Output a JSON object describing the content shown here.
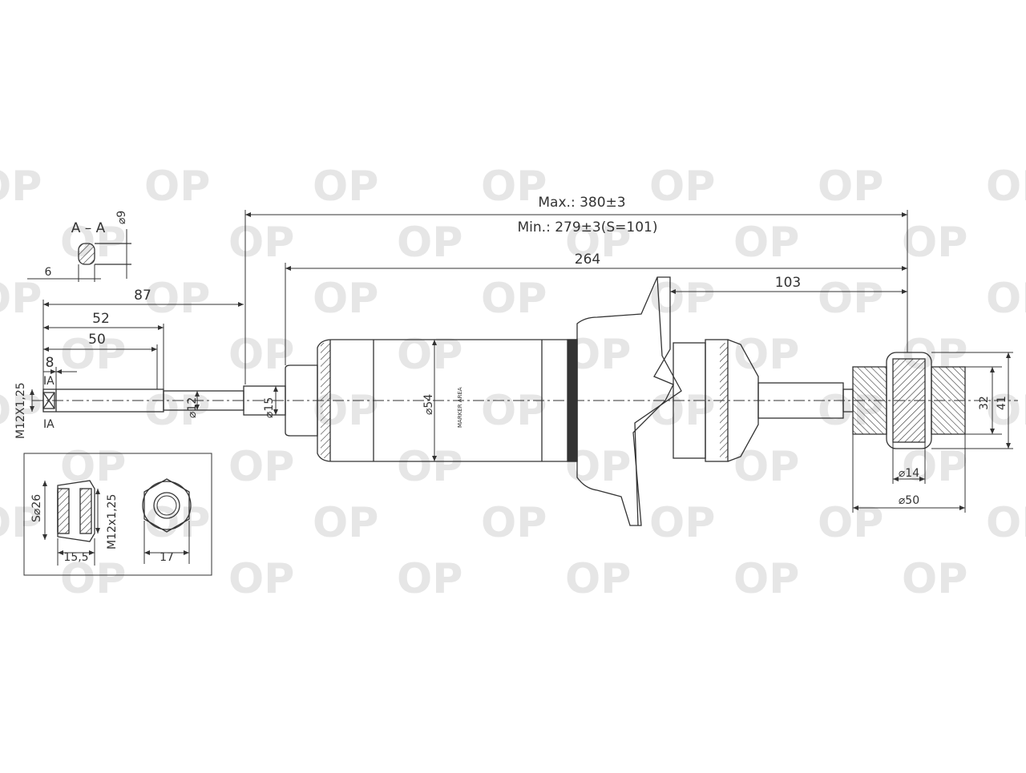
{
  "watermark": {
    "text": "OP",
    "color": "#e6e6e6"
  },
  "colors": {
    "line": "#333333",
    "background": "#ffffff"
  },
  "labels": {
    "max_length": "Max.: 380±3",
    "min_length": "Min.: 279±3(S=101)",
    "body_length": "264",
    "mount_to_eye": "103",
    "stem_87": "87",
    "stem_52": "52",
    "stem_50": "50",
    "stem_8": "8",
    "section_mark": "IA",
    "thread": "M12X1,25",
    "rod_dia": "⌀12",
    "rod_dia_15": "⌀15",
    "body_dia": "⌀54",
    "marker_area": "MARKER AREA",
    "eye_inner": "⌀14",
    "eye_outer": "⌀50",
    "eye_32": "32",
    "eye_41": "41",
    "section_title": "A – A",
    "section_dia": "⌀9",
    "section_width": "6",
    "nut_sphere": "S⌀26",
    "nut_thread": "M12x1,25",
    "nut_height": "15,5",
    "nut_wrench": "17"
  }
}
